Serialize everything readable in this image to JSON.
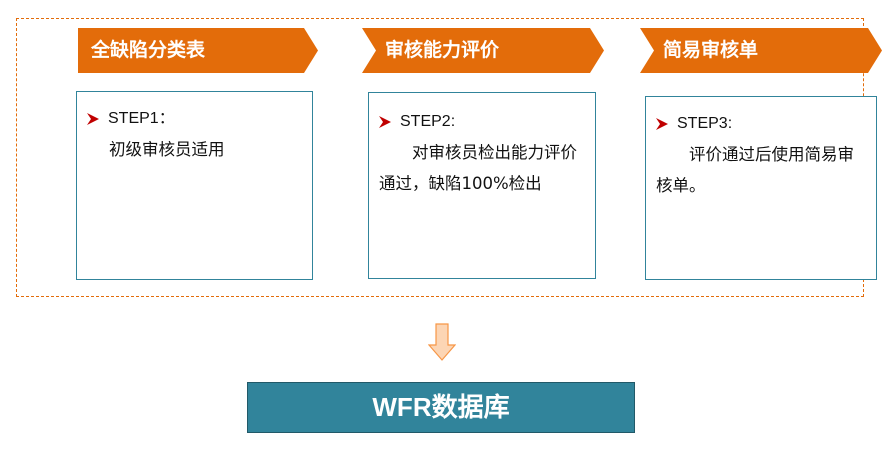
{
  "colors": {
    "banner": "#E36C0A",
    "frame_dash": "#E36C0A",
    "box_border": "#31849B",
    "database": "#31849B",
    "bullet": "#C00000",
    "arrow_fill": "#FCD5B4",
    "arrow_stroke": "#F79646"
  },
  "stages": [
    {
      "banner": "全缺陷分类表",
      "step_title": "STEP1：",
      "step_body": "初级审核员适用"
    },
    {
      "banner": "审核能力评价",
      "step_title": "STEP2:",
      "step_body": "对审核员检出能力评价通过，缺陷100%检出"
    },
    {
      "banner": "简易审核单",
      "step_title": "STEP3:",
      "step_body": "评价通过后使用简易审核单。"
    }
  ],
  "icons": {
    "bullet": "arrowhead-bullet-icon",
    "flow_arrow": "down-arrow-icon"
  },
  "output": {
    "label": "WFR数据库"
  }
}
